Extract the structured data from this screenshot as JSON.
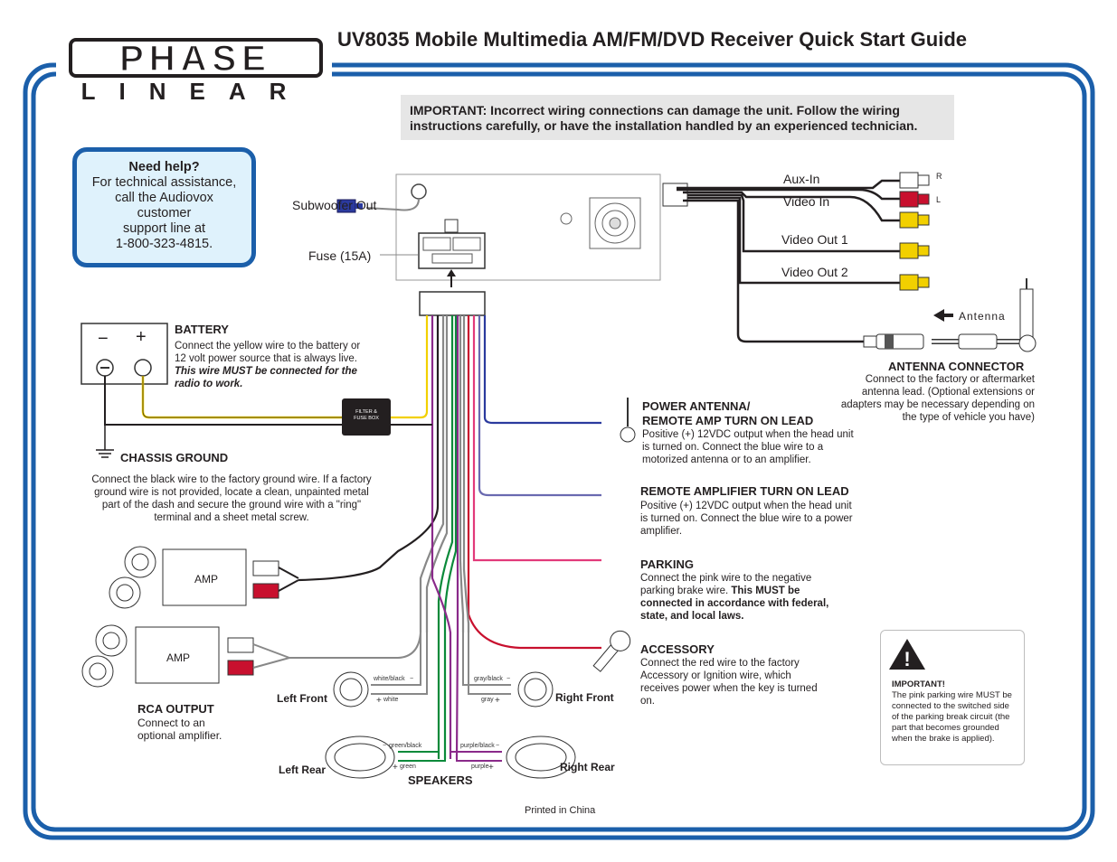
{
  "logo": {
    "word": "PHASE",
    "sub": "LINEAR"
  },
  "title": "UV8035 Mobile Multimedia AM/FM/DVD Receiver Quick Start Guide",
  "important_banner": "IMPORTANT: Incorrect wiring connections can damage the unit. Follow the wiring instructions carefully, or have the installation handled by an experienced technician.",
  "help": {
    "heading": "Need help?",
    "line1": "For technical assistance,",
    "line2": "call the Audiovox",
    "line3": "customer",
    "line4": "support line at",
    "phone": "1-800-323-4815."
  },
  "head_unit": {
    "subwoofer_out": "Subwoofer Out",
    "fuse": "Fuse (15A)",
    "aux_in": "Aux-In",
    "video_in": "Video In",
    "video_out_1": "Video Out 1",
    "video_out_2": "Video Out 2",
    "r": "R",
    "l": "L",
    "antenna": "Antenna"
  },
  "battery": {
    "heading": "BATTERY",
    "minus": "−",
    "plus": "+",
    "text": "Connect the yellow wire to the battery or 12 volt power source that is always live.",
    "emphasis": "This wire MUST be connected for the radio to work."
  },
  "filter": {
    "line1": "FILTER  &",
    "line2": "FUSE BOX"
  },
  "chassis": {
    "heading": "CHASSIS GROUND",
    "text": "Connect the black wire to the factory ground wire. If a factory ground wire is not provided, locate a clean, unpainted metal part of the dash and secure the ground wire with a \"ring\" terminal and a sheet metal screw."
  },
  "antenna_connector": {
    "heading": "ANTENNA CONNECTOR",
    "text": "Connect to the factory or aftermarket antenna lead. (Optional extensions or adapters may be necessary depending on the type of vehicle you have)"
  },
  "power_antenna": {
    "heading1": "POWER ANTENNA/",
    "heading2": "REMOTE AMP TURN ON LEAD",
    "text": "Positive (+) 12VDC output when the head unit is turned on. Connect the blue wire to a motorized antenna or to an amplifier."
  },
  "remote_amp": {
    "heading": "REMOTE AMPLIFIER TURN ON LEAD",
    "text": "Positive (+) 12VDC output when the head unit is turned on. Connect the blue wire to a power amplifier."
  },
  "parking": {
    "heading": "PARKING",
    "text": "Connect the pink wire to the negative parking brake wire.",
    "emphasis": "This MUST be connected in accordance with federal, state, and local laws."
  },
  "accessory": {
    "heading": "ACCESSORY",
    "text": "Connect the red wire to the factory Accessory or Ignition wire, which receives power when the key is turned on."
  },
  "note": {
    "heading": "IMPORTANT!",
    "text": "The pink parking wire MUST be connected to the switched side of the parking break circuit (the part that becomes grounded when the brake is applied)."
  },
  "amp": {
    "label1": "AMP",
    "label2": "AMP"
  },
  "rca": {
    "heading": "RCA OUTPUT",
    "text": "Connect to an optional amplifier."
  },
  "speakers": {
    "heading": "SPEAKERS",
    "left_front": "Left Front",
    "right_front": "Right Front",
    "left_rear": "Left Rear",
    "right_rear": "Right Rear",
    "wb": "white/black",
    "w": "white",
    "gyb": "gray/black",
    "gy": "gray",
    "gnb": "green/black",
    "gn": "green",
    "pb": "purple/black",
    "pp": "purple",
    "minus": "−",
    "plus": "+"
  },
  "footer": "Printed in China",
  "colors": {
    "frame": "#1b5faa",
    "yellow": "#f2d000",
    "blue": "#2b3a9e",
    "pink": "#e23a7a",
    "red": "#c8102e",
    "green": "#0a8a3a",
    "purple": "#8a2a8a"
  }
}
